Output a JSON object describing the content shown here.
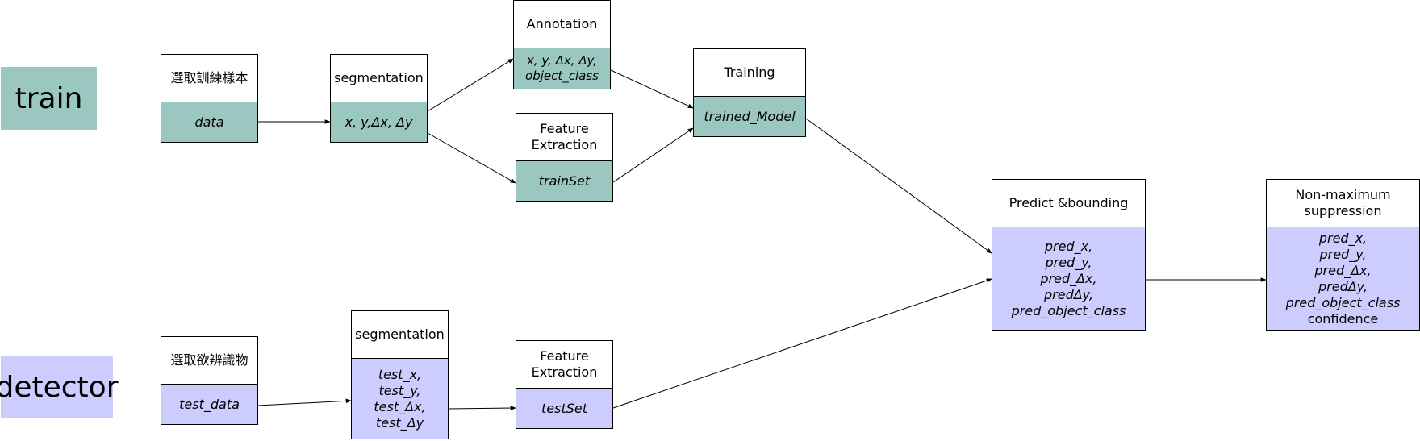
{
  "lanes": {
    "train": "train",
    "detector": "detector"
  },
  "nodes": {
    "select_train": {
      "title": "選取訓練樣本",
      "body": [
        "data"
      ]
    },
    "seg_train": {
      "title": "segmentation",
      "body": [
        "x, y,Δx, Δy"
      ]
    },
    "annotation": {
      "title": "Annotation",
      "body": [
        "x, y, Δx, Δy,",
        "object_class"
      ]
    },
    "feat_train": {
      "title": "Feature Extraction",
      "body": [
        "trainSet"
      ]
    },
    "training": {
      "title": "Training",
      "body": [
        "trained_Model"
      ]
    },
    "predict": {
      "title": "Predict &bounding",
      "body": [
        "pred_x,",
        "pred_y,",
        "pred_Δx,",
        "predΔy,",
        "pred_object_class"
      ]
    },
    "nms": {
      "title": "Non-maximum suppression",
      "body": [
        "pred_x,",
        "pred_y,",
        "pred_Δx,",
        "predΔy,",
        "pred_object_class",
        "confidence"
      ]
    },
    "select_detect": {
      "title": "選取欲辨識物",
      "body": [
        "test_data"
      ]
    },
    "seg_detect": {
      "title": "segmentation",
      "body": [
        "test_x,",
        "test_y,",
        "test_Δx,",
        "test_Δy"
      ]
    },
    "feat_detect": {
      "title": "Feature Extraction",
      "body": [
        "testSet"
      ]
    }
  },
  "colors": {
    "train": "#9ac7bf",
    "detector": "#ccccff"
  }
}
